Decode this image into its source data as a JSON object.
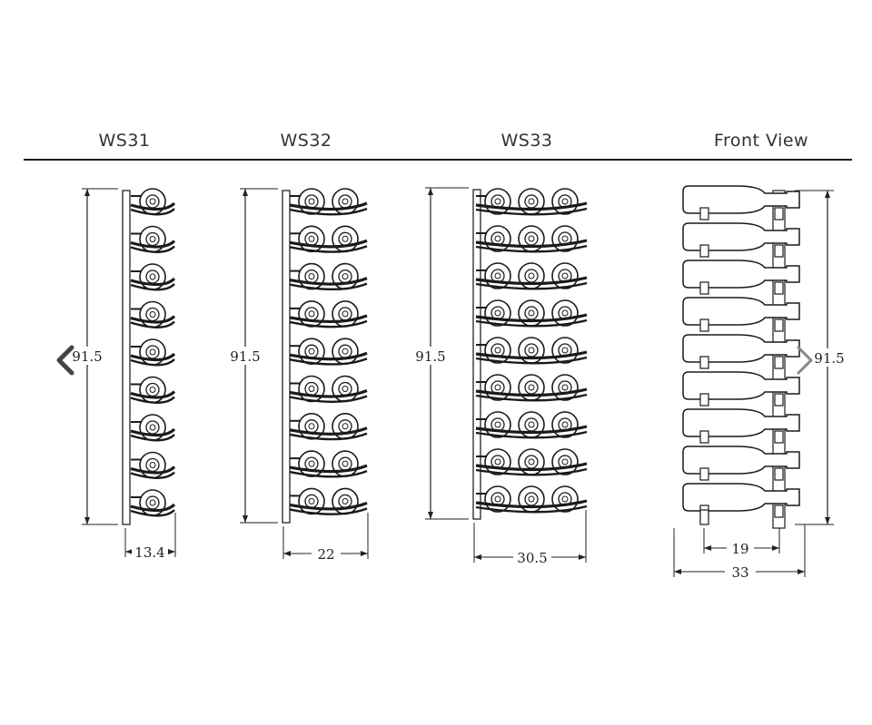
{
  "titles": {
    "ws31": "WS31",
    "ws32": "WS32",
    "ws33": "WS33",
    "front": "Front View"
  },
  "dimensions": {
    "ws31_height": "91.5",
    "ws31_depth": "13.4",
    "ws32_height": "91.5",
    "ws32_depth": "22",
    "ws33_height": "91.5",
    "ws33_depth": "30.5",
    "front_height": "91.5",
    "front_inner_width": "19",
    "front_outer_width": "33"
  },
  "rack": {
    "rows": 9,
    "ws31_columns": 1,
    "ws32_columns": 2,
    "ws33_columns": 3
  },
  "colors": {
    "line": "#1a1a1a",
    "nav_arrow": "#444444"
  },
  "icons": {
    "prev": "chevron-left-icon",
    "next": "chevron-right-icon"
  }
}
